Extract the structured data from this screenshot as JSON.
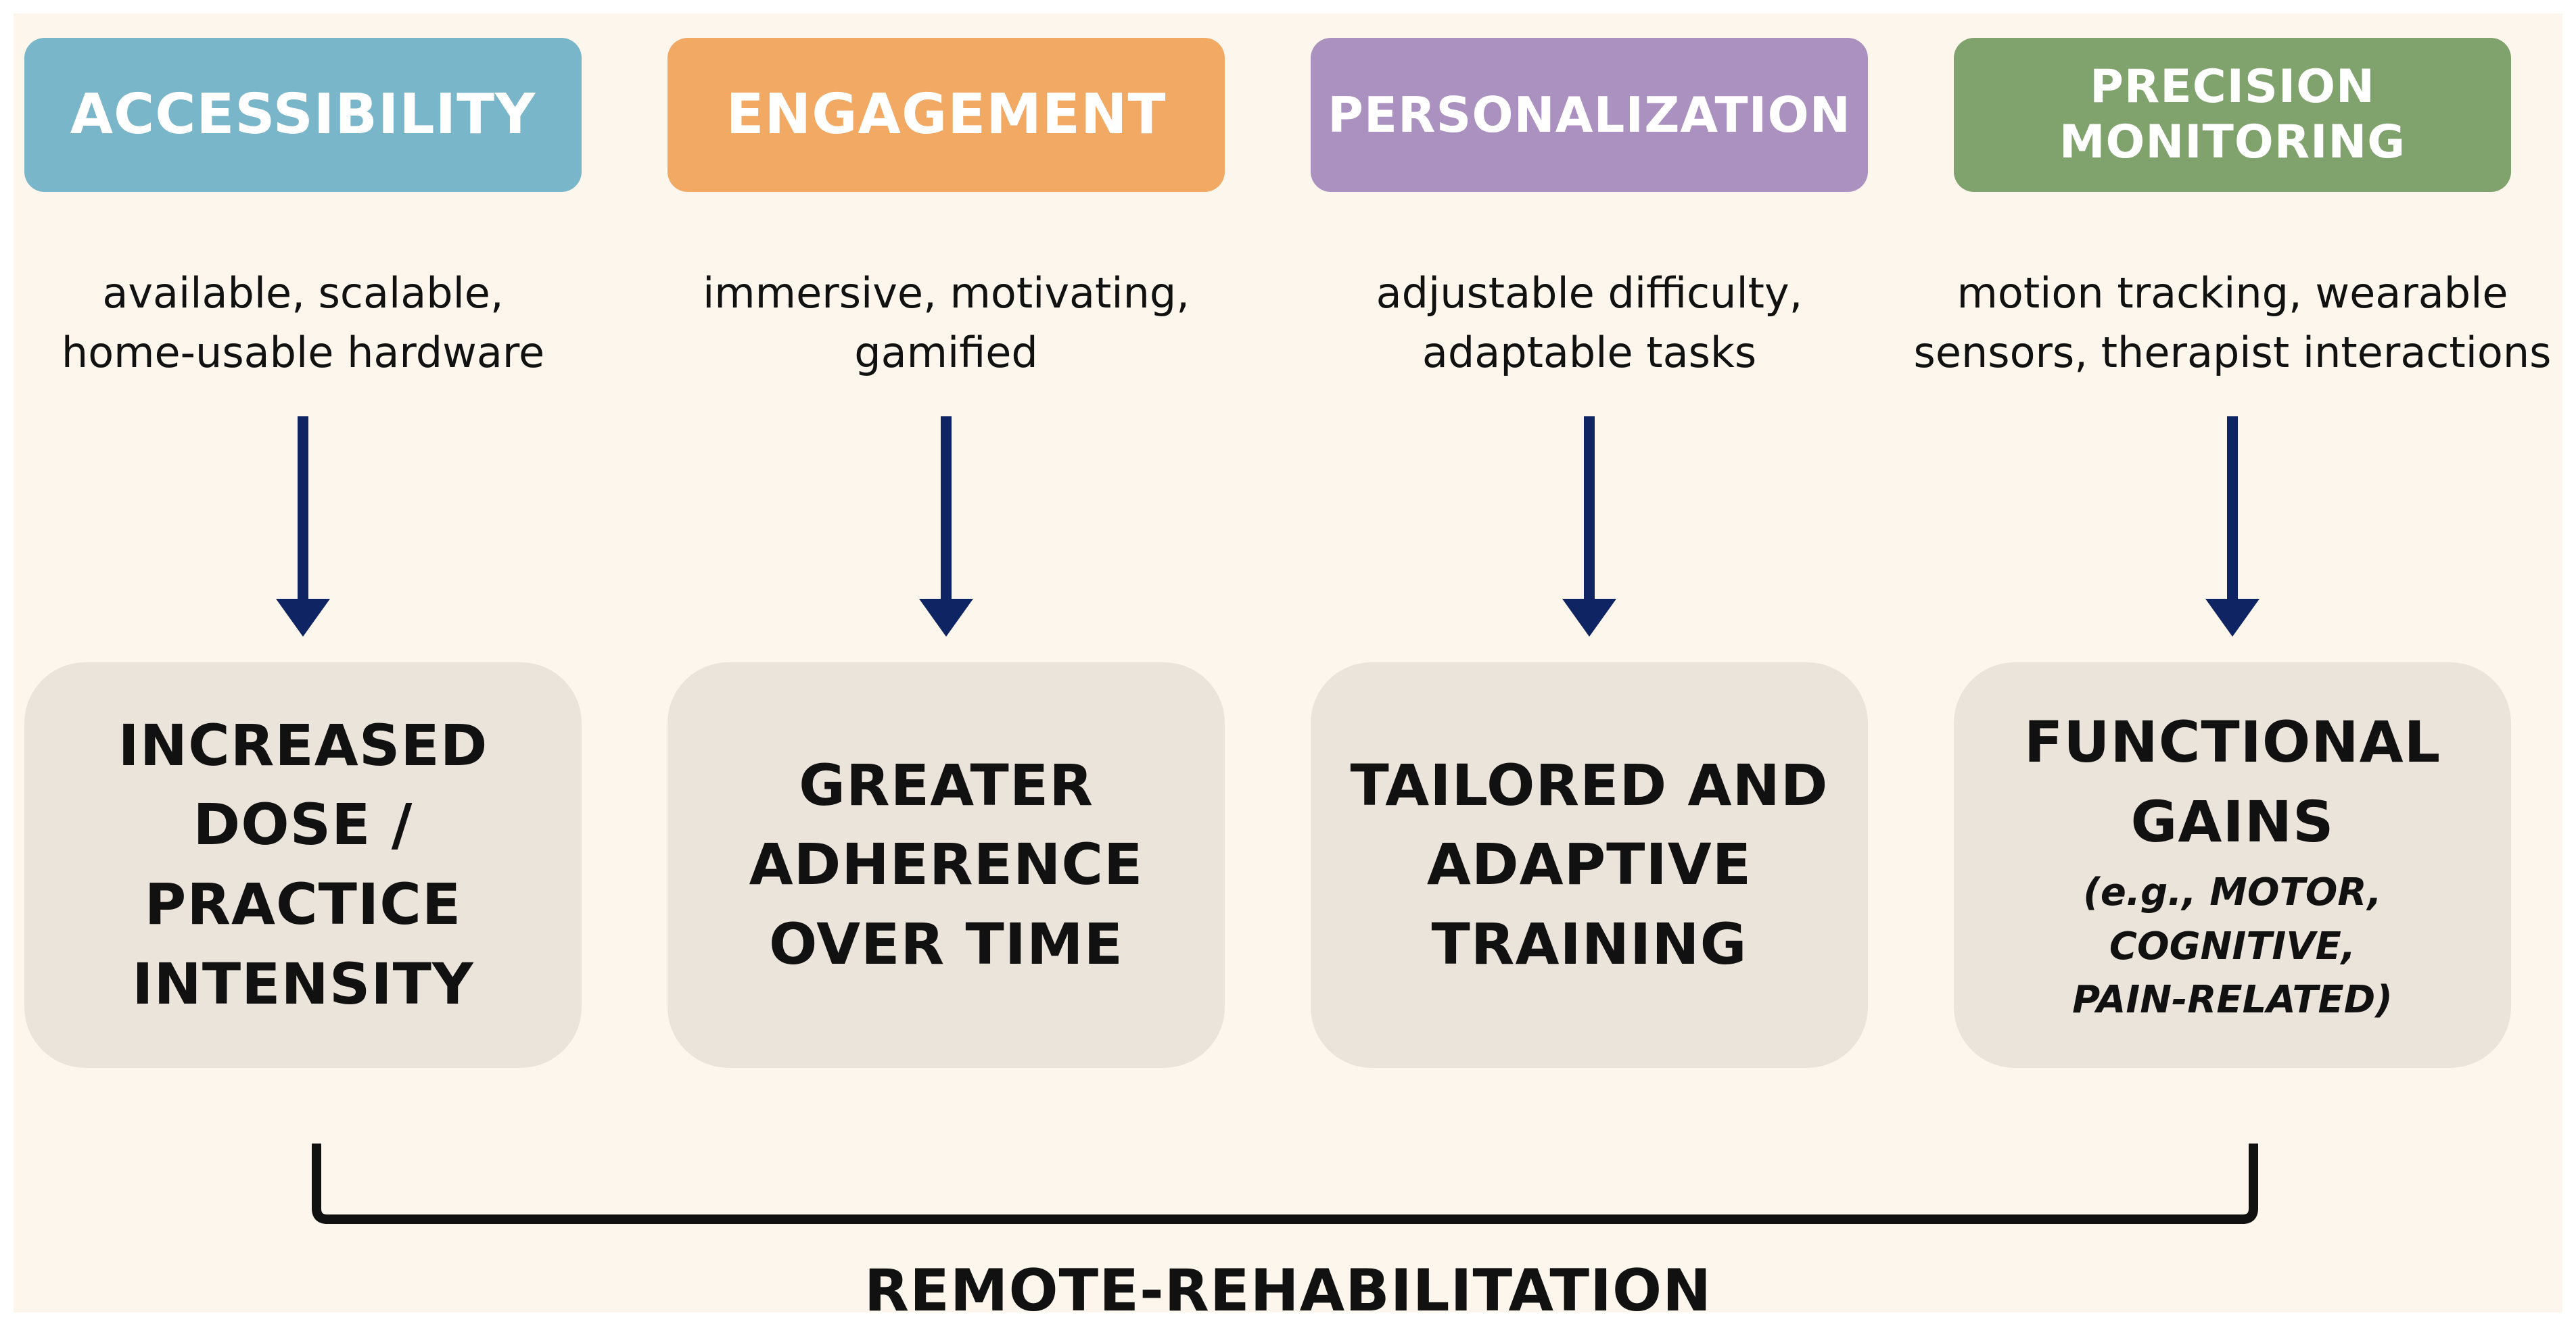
{
  "colors": {
    "background": "#fcf6ec",
    "accessibility": "#79b6c9",
    "engagement": "#f1a964",
    "personalization": "#ab91bf",
    "precision_monitoring": "#80a36d",
    "outcome_box": "#ebe4db",
    "arrow": "#0f2462",
    "bracket": "#111111"
  },
  "columns": [
    {
      "header": "ACCESSIBILITY",
      "description": "available, scalable,\nhome-usable hardware",
      "outcome_title": "INCREASED\nDOSE /\nPRACTICE\nINTENSITY",
      "outcome_note": ""
    },
    {
      "header": "ENGAGEMENT",
      "description": "immersive, motivating,\ngamified",
      "outcome_title": "GREATER\nADHERENCE\nOVER TIME",
      "outcome_note": ""
    },
    {
      "header": "PERSONALIZATION",
      "description": "adjustable difficulty,\nadaptable tasks",
      "outcome_title": "TAILORED AND\nADAPTIVE\nTRAINING",
      "outcome_note": ""
    },
    {
      "header": "PRECISION\nMONITORING",
      "description": "motion tracking, wearable\nsensors, therapist interactions",
      "outcome_title": "FUNCTIONAL\nGAINS",
      "outcome_note": "(e.g., MOTOR, COGNITIVE,\nPAIN-RELATED)"
    }
  ],
  "footer_label": "REMOTE-REHABILITATION",
  "icons": [
    "arrow-down-icon",
    "bracket-icon"
  ]
}
